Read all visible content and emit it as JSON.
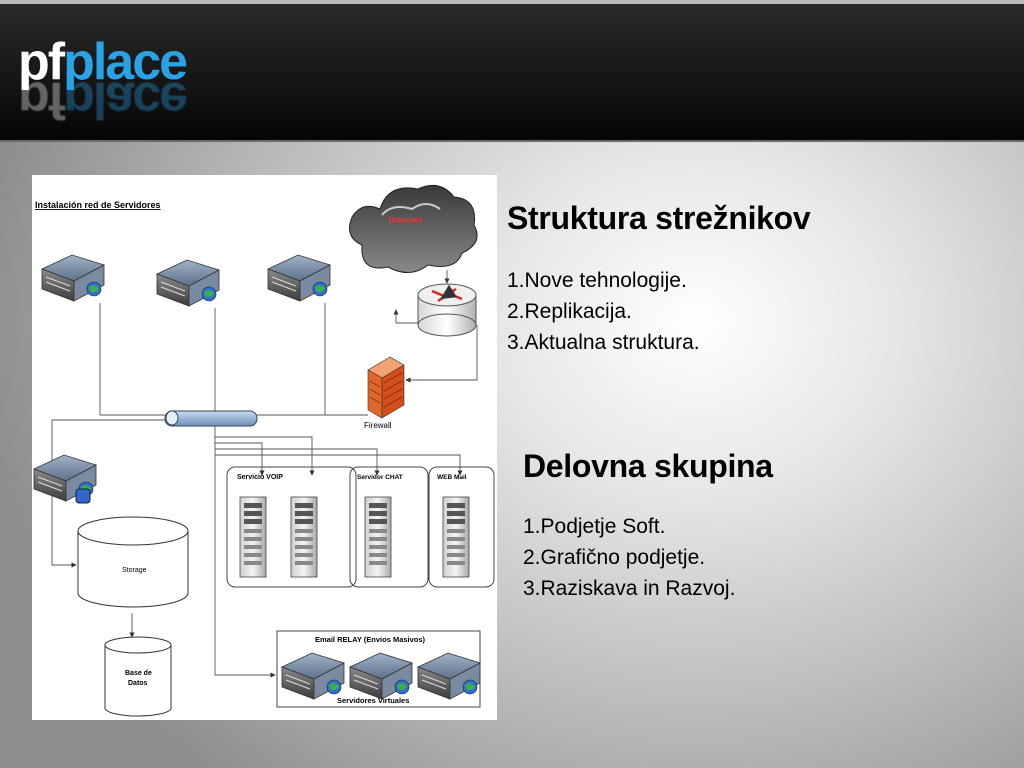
{
  "logo": {
    "pf": "pf",
    "place": "place"
  },
  "diagram": {
    "title": "Instalación red de Servidores",
    "internet_label": "Internet",
    "firewall_label": "Firewall",
    "storage_label": "Storage",
    "database_label_line1": "Base de",
    "database_label_line2": "Datos",
    "voip_label": "Servicio VOIP",
    "chat_label": "Servidor CHAT",
    "webmail_label": "WEB Mail",
    "email_relay_label": "Email RELAY (Envios Masivos)",
    "virtual_servers_label": "Servidores Virtuales"
  },
  "section1": {
    "title": "Struktura strežnikov",
    "items": [
      "1.Nove tehnologije.",
      "2.Replikacija.",
      "3.Aktualna struktura."
    ]
  },
  "section2": {
    "title": "Delovna skupina",
    "items": [
      "1.Podjetje Soft.",
      "2.Grafično podjetje.",
      "3.Raziskava in Razvoj."
    ]
  }
}
